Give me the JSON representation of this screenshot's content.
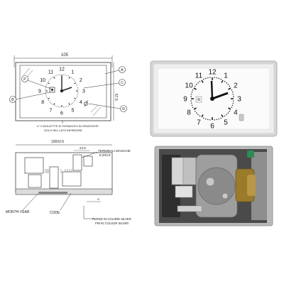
{
  "drawing_top": {
    "width_dim": "105",
    "height_dim": "57.5",
    "dial_numbers": [
      "12",
      "1",
      "2",
      "3",
      "4",
      "5",
      "6",
      "7",
      "8",
      "9",
      "10",
      "11"
    ],
    "callouts": [
      "P",
      "A",
      "C",
      "B",
      "R"
    ],
    "note_line1": "n° 2 MOLLETTE DI FISSAGGIO IN ORIZZONTE",
    "note_line2": "SOLO NEL LATO INFERIORE"
  },
  "drawing_side": {
    "width_dim": "100±0.5",
    "small_dim": "24.5",
    "label_terminals_line1": "TERMINALI MASCHIE",
    "label_terminals_line2": "6.3X0.8",
    "label_month_year": "MONTH-YEAR",
    "label_code": "CODE",
    "label_pin_line1": "PERNO IN COLORE SILVER",
    "label_pin_line2": "PIN IN COLOUR SILVER",
    "label_a": "A"
  },
  "photo_front": {
    "dial_numbers": [
      "12",
      "1",
      "2",
      "3",
      "4",
      "5",
      "6",
      "7",
      "8",
      "9",
      "10",
      "11"
    ]
  },
  "photo_back": {},
  "colors": {
    "line": "#444444",
    "photo_frame": "#c8c8c8",
    "dial_bg": "#fbfbfb",
    "hand": "#111111",
    "brass": "#9a7b2c",
    "green": "#2e8b57",
    "board": "#5a5a5a"
  }
}
